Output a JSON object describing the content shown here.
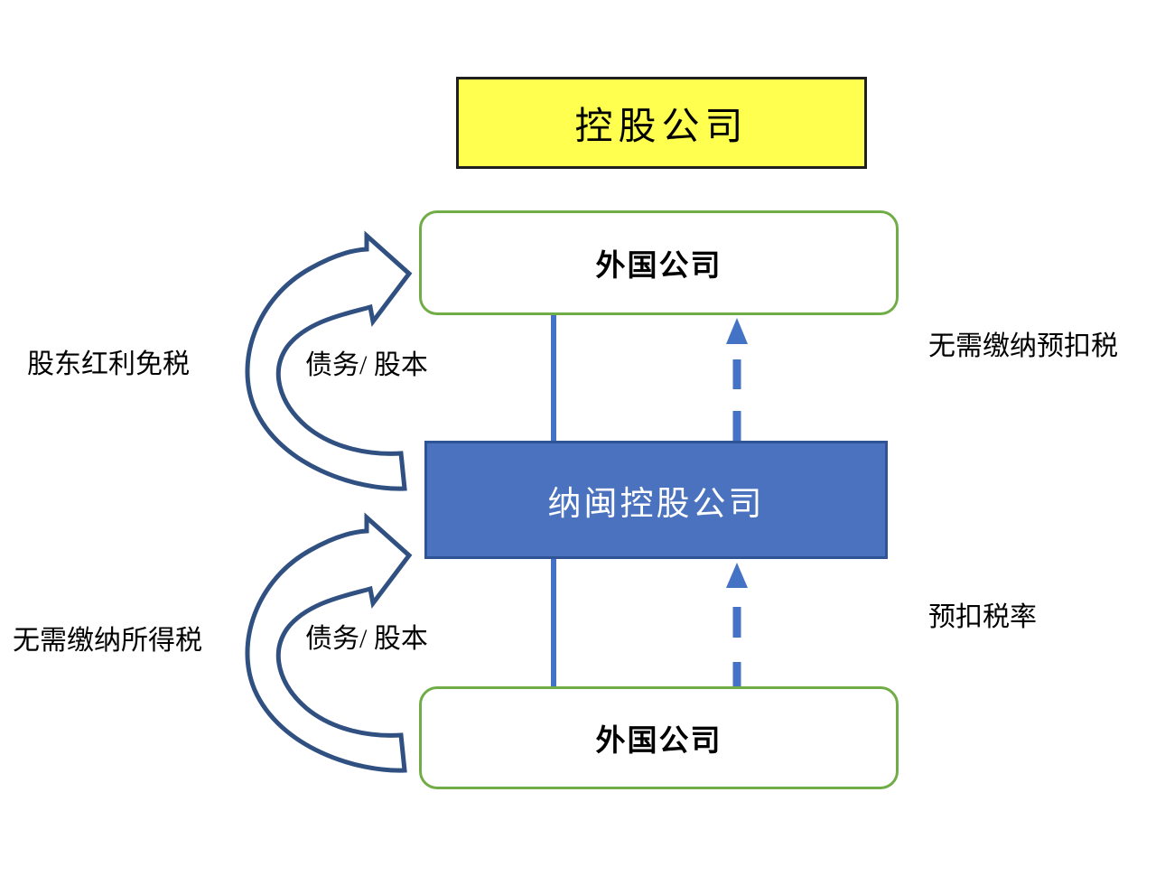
{
  "diagram": {
    "nodes": {
      "holding": {
        "label": "控股公司"
      },
      "foreign_top": {
        "label": "外国公司"
      },
      "labuan": {
        "label": "纳闽控股公司"
      },
      "foreign_bottom": {
        "label": "外国公司"
      }
    },
    "labels": {
      "dividend_exempt": "股东红利免税",
      "debt_equity_top": "债务/ 股本",
      "no_withholding": "无需缴纳预扣税",
      "no_income_tax": "无需缴纳所得税",
      "debt_equity_bottom": "债务/ 股本",
      "withholding_rate": "预扣税率"
    },
    "colors": {
      "yellow_fill": "#FFFF4F",
      "yellow_border": "#1F1F1F",
      "green_border": "#70AD47",
      "blue_fill": "#4A72BE",
      "blue_border": "#2F5496",
      "connector_blue": "#4472C4",
      "arrow_outline": "#2F5080"
    }
  }
}
